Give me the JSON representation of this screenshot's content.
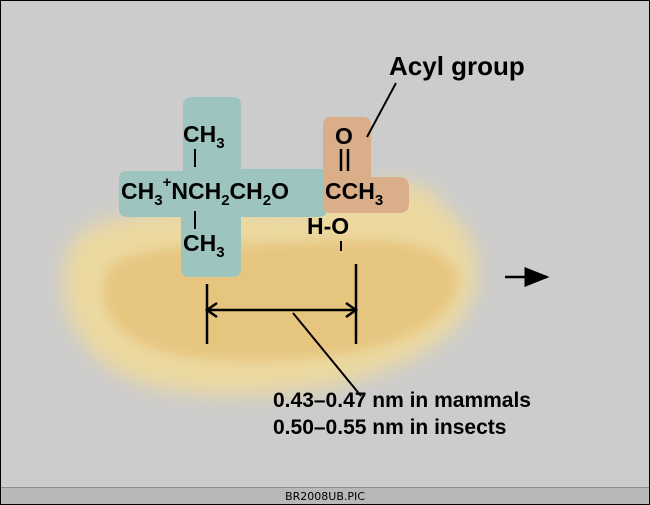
{
  "diagram": {
    "acyl_label": "Acyl group",
    "formula": {
      "ch3_top": "CH",
      "ch3_top_sub": "3",
      "ch3_left": "CH",
      "ch3_left_sub": "3",
      "plus": "+",
      "nitrogen_chain": "NCH",
      "ch2_sub": "2",
      "ch2_o": "CH",
      "ch2o_sub": "2",
      "oxygen": "O",
      "carbonyl_o": "O",
      "acyl_c": "CCH",
      "acyl_sub": "3",
      "ch3_bottom": "CH",
      "ch3_bottom_sub": "3",
      "hydroxyl": "H-O"
    },
    "distance_mammals": "0.43–0.47 nm in mammals",
    "distance_insects": "0.50–0.55 nm in insects"
  },
  "footer": {
    "filename": "BR2008UB.PIC"
  },
  "colors": {
    "background": "#cccccc",
    "enzyme_outer": "#ecd9a0",
    "enzyme_inner": "#e6c27a",
    "cationic_site": "#9ec4c0",
    "acyl_site": "#d9ae88"
  }
}
